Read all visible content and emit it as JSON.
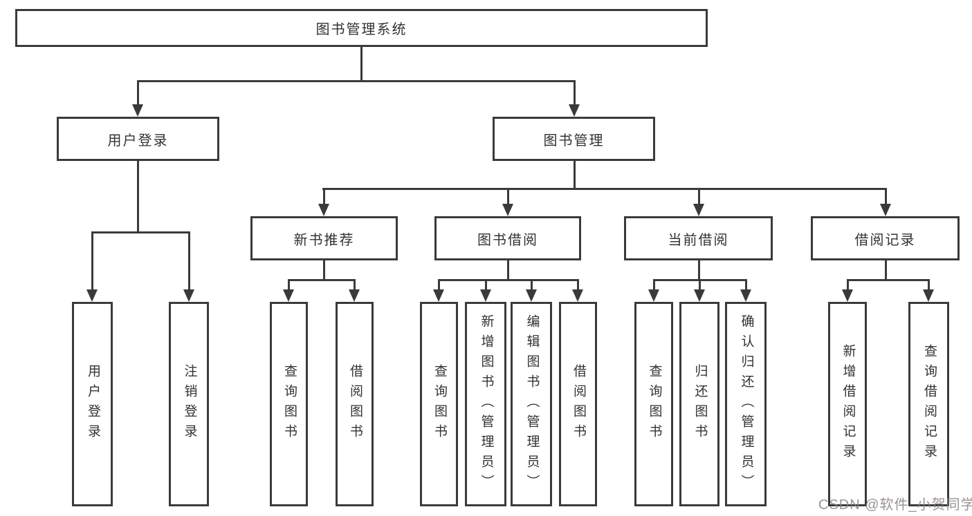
{
  "diagram": {
    "type": "hierarchy-tree",
    "line_color": "#3a3a3a",
    "text_color": "#323232",
    "background": "#ffffff",
    "nodes": {
      "root": "图书管理系统",
      "user_login": "用户登录",
      "book_management": "图书管理",
      "new_book_recommend": "新书推荐",
      "book_borrow": "图书借阅",
      "current_borrow": "当前借阅",
      "borrow_records": "借阅记录"
    },
    "leaves": {
      "user_login": "用户登录",
      "logout": "注销登录",
      "recommend_query": "查询图书",
      "recommend_borrow": "借阅图书",
      "borrow_query": "查询图书",
      "borrow_add": "新增图书（管理员）",
      "borrow_edit": "编辑图书（管理员）",
      "borrow_borrow": "借阅图书",
      "current_query": "查询图书",
      "current_return": "归还图书",
      "current_confirm": "确认归还（管理员）",
      "records_add": "新增借阅记录",
      "records_query": "查询借阅记录"
    },
    "structure": {
      "图书管理系统": {
        "用户登录": [
          "用户登录",
          "注销登录"
        ],
        "图书管理": {
          "新书推荐": [
            "查询图书",
            "借阅图书"
          ],
          "图书借阅": [
            "查询图书",
            "新增图书（管理员）",
            "编辑图书（管理员）",
            "借阅图书"
          ],
          "当前借阅": [
            "查询图书",
            "归还图书",
            "确认归还（管理员）"
          ],
          "借阅记录": [
            "新增借阅记录",
            "查询借阅记录"
          ]
        }
      }
    }
  },
  "watermark": {
    "text": "CSDN @软件_小贺同学"
  }
}
